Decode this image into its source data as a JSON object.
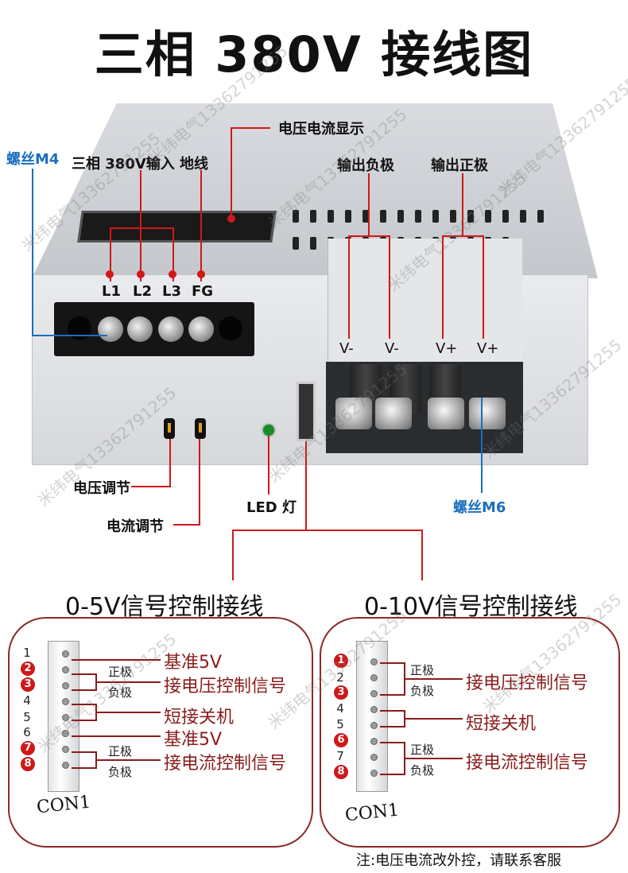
{
  "title": "三相 380V 接线图",
  "watermark": "米纬电气13362791255",
  "labels": {
    "screw_m4": "螺丝M4",
    "input_ground": "三相 380V输入 地线",
    "display": "电压电流显示",
    "out_negative": "输出负极",
    "out_positive": "输出正极",
    "voltage_adjust": "电压调节",
    "current_adjust": "电流调节",
    "led": "LED 灯",
    "screw_m6": "螺丝M6"
  },
  "terminals": [
    "L1",
    "L2",
    "L3",
    "FG"
  ],
  "outputs": [
    "V-",
    "V-",
    "V+",
    "V+"
  ],
  "panel_left": {
    "title": "0-5V信号控制接线",
    "pins": [
      "1",
      "2",
      "3",
      "4",
      "5",
      "6",
      "7",
      "8"
    ],
    "highlight_pins": [
      "2",
      "3",
      "7",
      "8"
    ],
    "labels": {
      "ref1": "基准5V",
      "pos1": "正极",
      "neg1": "负极",
      "vctrl": "接电压控制信号",
      "short": "短接关机",
      "ref2": "基准5V",
      "pos2": "正极",
      "neg2": "负极",
      "cctrl": "接电流控制信号"
    },
    "connector": "CON1"
  },
  "panel_right": {
    "title": "0-10V信号控制接线",
    "pins": [
      "1",
      "2",
      "3",
      "4",
      "5",
      "6",
      "7",
      "8"
    ],
    "highlight_pins": [
      "1",
      "3",
      "6",
      "8"
    ],
    "labels": {
      "pos1": "正极",
      "neg1": "负极",
      "vctrl": "接电压控制信号",
      "short": "短接关机",
      "pos2": "正极",
      "neg2": "负极",
      "cctrl": "接电流控制信号"
    },
    "connector": "CON1"
  },
  "note": "注:电压电流改外控，请联系客服",
  "colors": {
    "accent_red": "#d01818",
    "accent_blue": "#1a6fbf",
    "panel_border": "#8b2a2a"
  }
}
